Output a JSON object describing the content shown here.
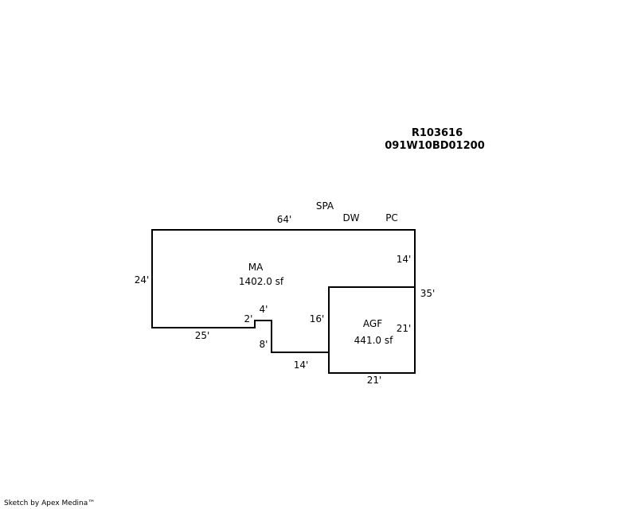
{
  "header": {
    "parcel_id": "R103616",
    "map_number": "091W10BD01200"
  },
  "labels": {
    "spa": "SPA",
    "dw": "DW",
    "pc": "PC"
  },
  "areas": {
    "main": {
      "code": "MA",
      "area": "1402.0 sf"
    },
    "garage": {
      "code": "AGF",
      "area": "441.0 sf"
    }
  },
  "dimensions": {
    "top": "64'",
    "left": "24'",
    "bottom_left": "25'",
    "notch_up": "2'",
    "notch_top": "4'",
    "notch_down": "8'",
    "step_bottom": "14'",
    "right_upper": "14'",
    "right_total": "35'",
    "garage_left": "16'",
    "garage_right": "21'",
    "garage_bottom": "21'"
  },
  "footer": {
    "credit": "Sketch by Apex Medina™"
  }
}
